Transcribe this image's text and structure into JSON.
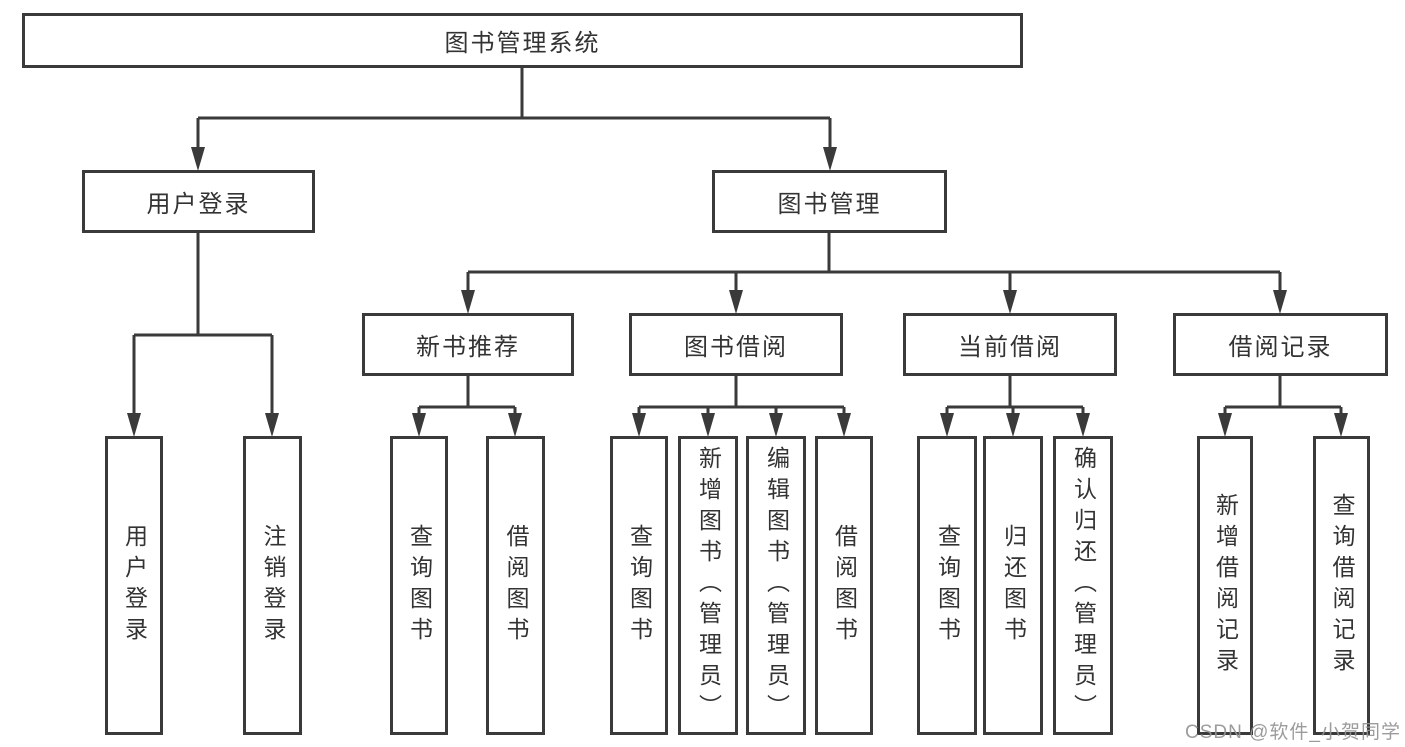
{
  "tree": {
    "root": "图书管理系统",
    "branches": [
      {
        "label": "用户登录",
        "children": [
          "用户登录",
          "注销登录"
        ]
      },
      {
        "label": "图书管理",
        "sections": [
          {
            "label": "新书推荐",
            "children": [
              "查询图书",
              "借阅图书"
            ]
          },
          {
            "label": "图书借阅",
            "children": [
              "查询图书",
              "新增图书（管理员）",
              "编辑图书（管理员）",
              "借阅图书"
            ]
          },
          {
            "label": "当前借阅",
            "children": [
              "查询图书",
              "归还图书",
              "确认归还（管理员）"
            ]
          },
          {
            "label": "借阅记录",
            "children": [
              "新增借阅记录",
              "查询借阅记录"
            ]
          }
        ]
      }
    ]
  },
  "watermark": "CSDN @软件_小贺同学",
  "colors": {
    "line": "#3a3a3a",
    "border": "#3a3a3a",
    "text": "#333333",
    "watermark": "#949494",
    "background": "#ffffff"
  }
}
